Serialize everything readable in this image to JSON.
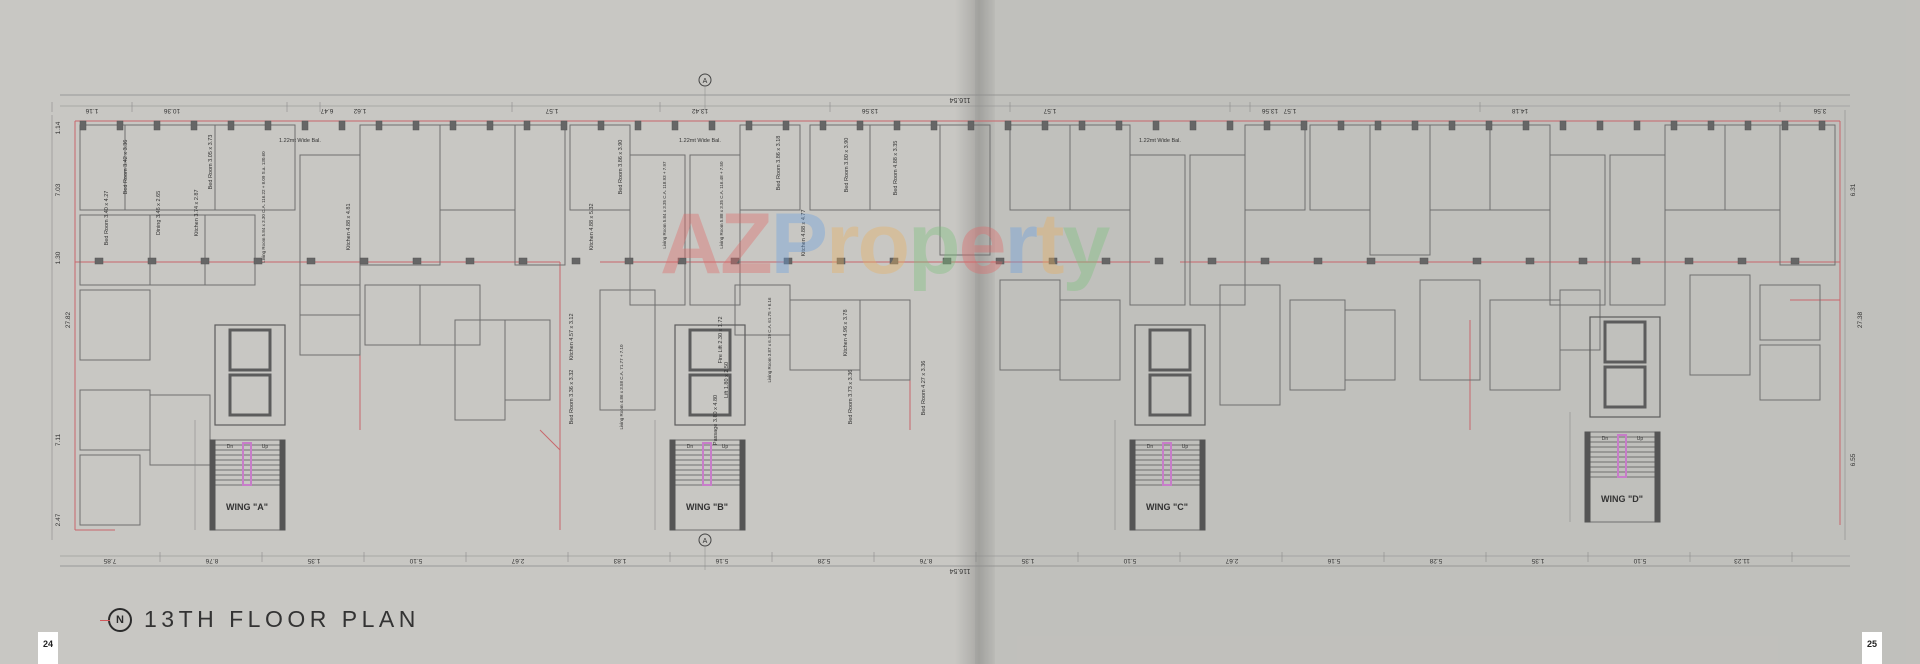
{
  "title": "13TH FLOOR PLAN",
  "north_marker": "N",
  "pages": {
    "left": "24",
    "right": "25"
  },
  "watermark": {
    "text": "AZ Property",
    "letters": [
      "A",
      "Z",
      "P",
      "r",
      "o",
      "p",
      "e",
      "r",
      "t",
      "y"
    ],
    "colors": [
      "#e06a6a",
      "#e06a6a",
      "#6aa0e0",
      "#e8b060",
      "#e8b060",
      "#7cc07c",
      "#e06a6a",
      "#6aa0e0",
      "#e8b060",
      "#7cc07c"
    ]
  },
  "colors": {
    "wall": "#5c5c5c",
    "line": "#6f6f6f",
    "red_line": "#c9666b",
    "stair_rail": "#c77dc9",
    "text": "#333333"
  },
  "wings": [
    {
      "label": "WING \"A\"",
      "up_label": "Up",
      "dn_label": "Dn"
    },
    {
      "label": "WING \"B\"",
      "up_label": "Up",
      "dn_label": "Dn"
    },
    {
      "label": "WING \"C\"",
      "up_label": "Up",
      "dn_label": "Dn"
    },
    {
      "label": "WING \"D\"",
      "up_label": "Up",
      "dn_label": "Dn"
    }
  ],
  "section_marker": "A",
  "overall_dimension": "116.54",
  "top_dimensions": [
    "1.16",
    "10.36",
    "6.47",
    "1.62",
    "1.57",
    "13.42",
    "13.56",
    "1.57",
    "13.56",
    "1.57",
    "14.18",
    "3.56"
  ],
  "bottom_dimensions": [
    "7.85",
    "8.76",
    "1.35",
    "5.10",
    "2.67",
    "1.83",
    "5.16",
    "5.28",
    "8.76",
    "1.35",
    "5.10",
    "2.67",
    "5.16",
    "5.28",
    "1.35",
    "5.10",
    "11.23"
  ],
  "side_dimensions": [
    "1.14",
    "7.03",
    "1.30",
    "27.82",
    "7.11",
    "2.47",
    "27.38",
    "6.31",
    "6.55"
  ],
  "rooms": [
    "Bed Room 3.42 x 3.36",
    "Bed Room 3.05 x 3.73",
    "Living Room 5.84 x 3.30 C.A. 116.22 + 8.09 S.a. 130.60",
    "Kitchen 4.88 x 4.81",
    "Bed Room 3.40 x 4.27",
    "Dining 3.46 x 2.65",
    "Kitchen 3.74 x 2.87",
    "Bed Room 3.86 x 3.90",
    "Living Room 5.84 x 3.35 C.A. 118.93 + 7.97",
    "Living Room 5.88 x 3.35 C.A. 116.48 + 7.50",
    "Kitchen 4.88 x 5.32",
    "Kitchen 4.88 x 4.77",
    "Bed Room 3.86 x 3.18",
    "Bed Room 3.80 x 3.90",
    "Bed Room 4.88 x 3.35",
    "Living Room 4.86 x 3.58 C.A. 71.77 + 7.10",
    "Fire Lift 2.30 x 1.72",
    "Lift 1.80 x 2.50",
    "Passage 3.80 x 4.80",
    "Living Room 3.87 x 6.19 C.A. 61.75 + 6.16",
    "Kitchen 4.96 x 3.78",
    "Bed Room 3.73 x 3.36",
    "Bed Room 4.27 x 3.36",
    "Kitchen 4.57 x 3.12",
    "Bed Room 3.36 x 3.32",
    "1.22mt Wide Bal.",
    "1.22mt Wide Bal.",
    "1.22mt Wide Bal."
  ]
}
